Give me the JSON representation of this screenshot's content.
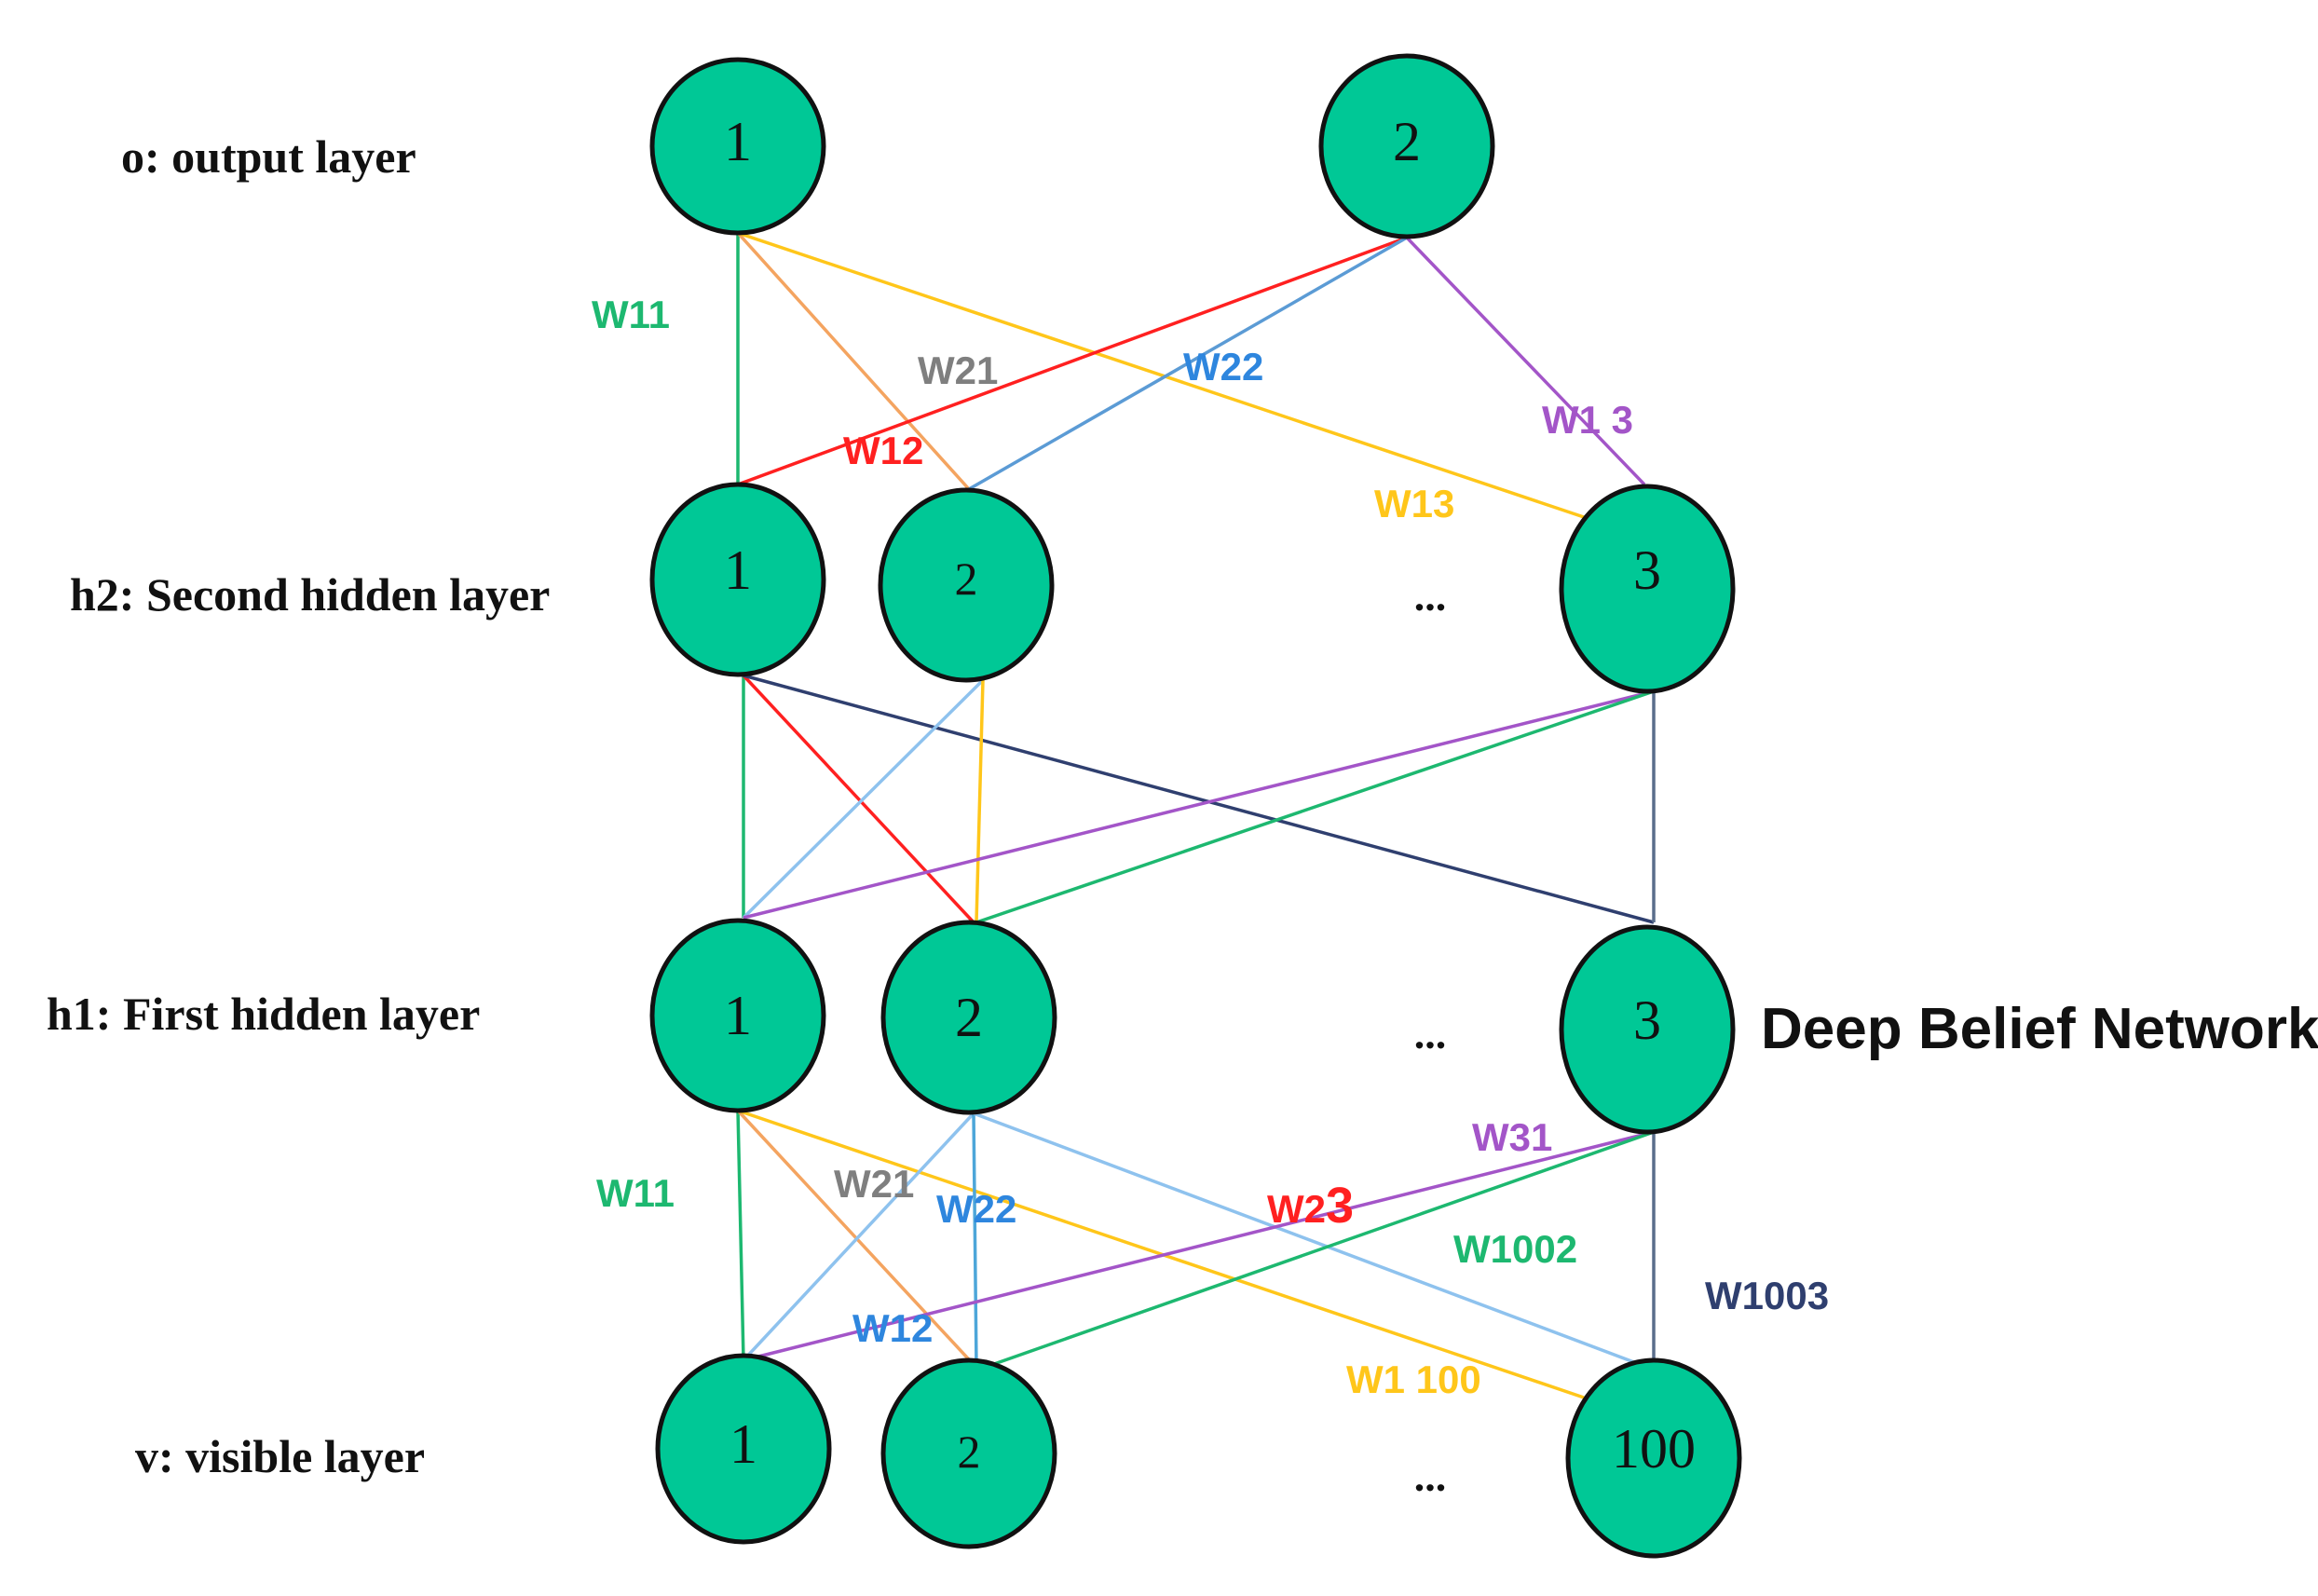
{
  "title": "Deep Belief Network",
  "colors": {
    "node_fill": "#00C896",
    "green": "#1DB870",
    "orange": "#F4A460",
    "yellow": "#FFC61A",
    "red": "#FF2020",
    "blue": "#5B9BD5",
    "light_blue": "#8EC2EE",
    "purple": "#A355C8",
    "navy": "#2F3F6F",
    "slate": "#5A6E8C",
    "teal_blue": "#4DA6D9",
    "gray": "#7F7F7F"
  },
  "layers": [
    {
      "id": "o",
      "label": "o: output  layer"
    },
    {
      "id": "h2",
      "label": "h2: Second hidden layer"
    },
    {
      "id": "h1",
      "label": "h1: First hidden layer"
    },
    {
      "id": "v",
      "label": "v: visible layer"
    }
  ],
  "nodes": {
    "o": [
      "1",
      "2"
    ],
    "h2": [
      "1",
      "2",
      "3"
    ],
    "h1": [
      "1",
      "2",
      "3"
    ],
    "v": [
      "1",
      "2",
      "100"
    ]
  },
  "ellipsis": "...",
  "edge_labels": {
    "o_h2": [
      "W11",
      "W21",
      "W22",
      "W12",
      "W1 3",
      "W13"
    ],
    "h1_v": [
      "W11",
      "W21",
      "W22",
      "W12",
      "W31",
      "W2",
      "3",
      "W1002",
      "W1003",
      "W1 100"
    ]
  }
}
